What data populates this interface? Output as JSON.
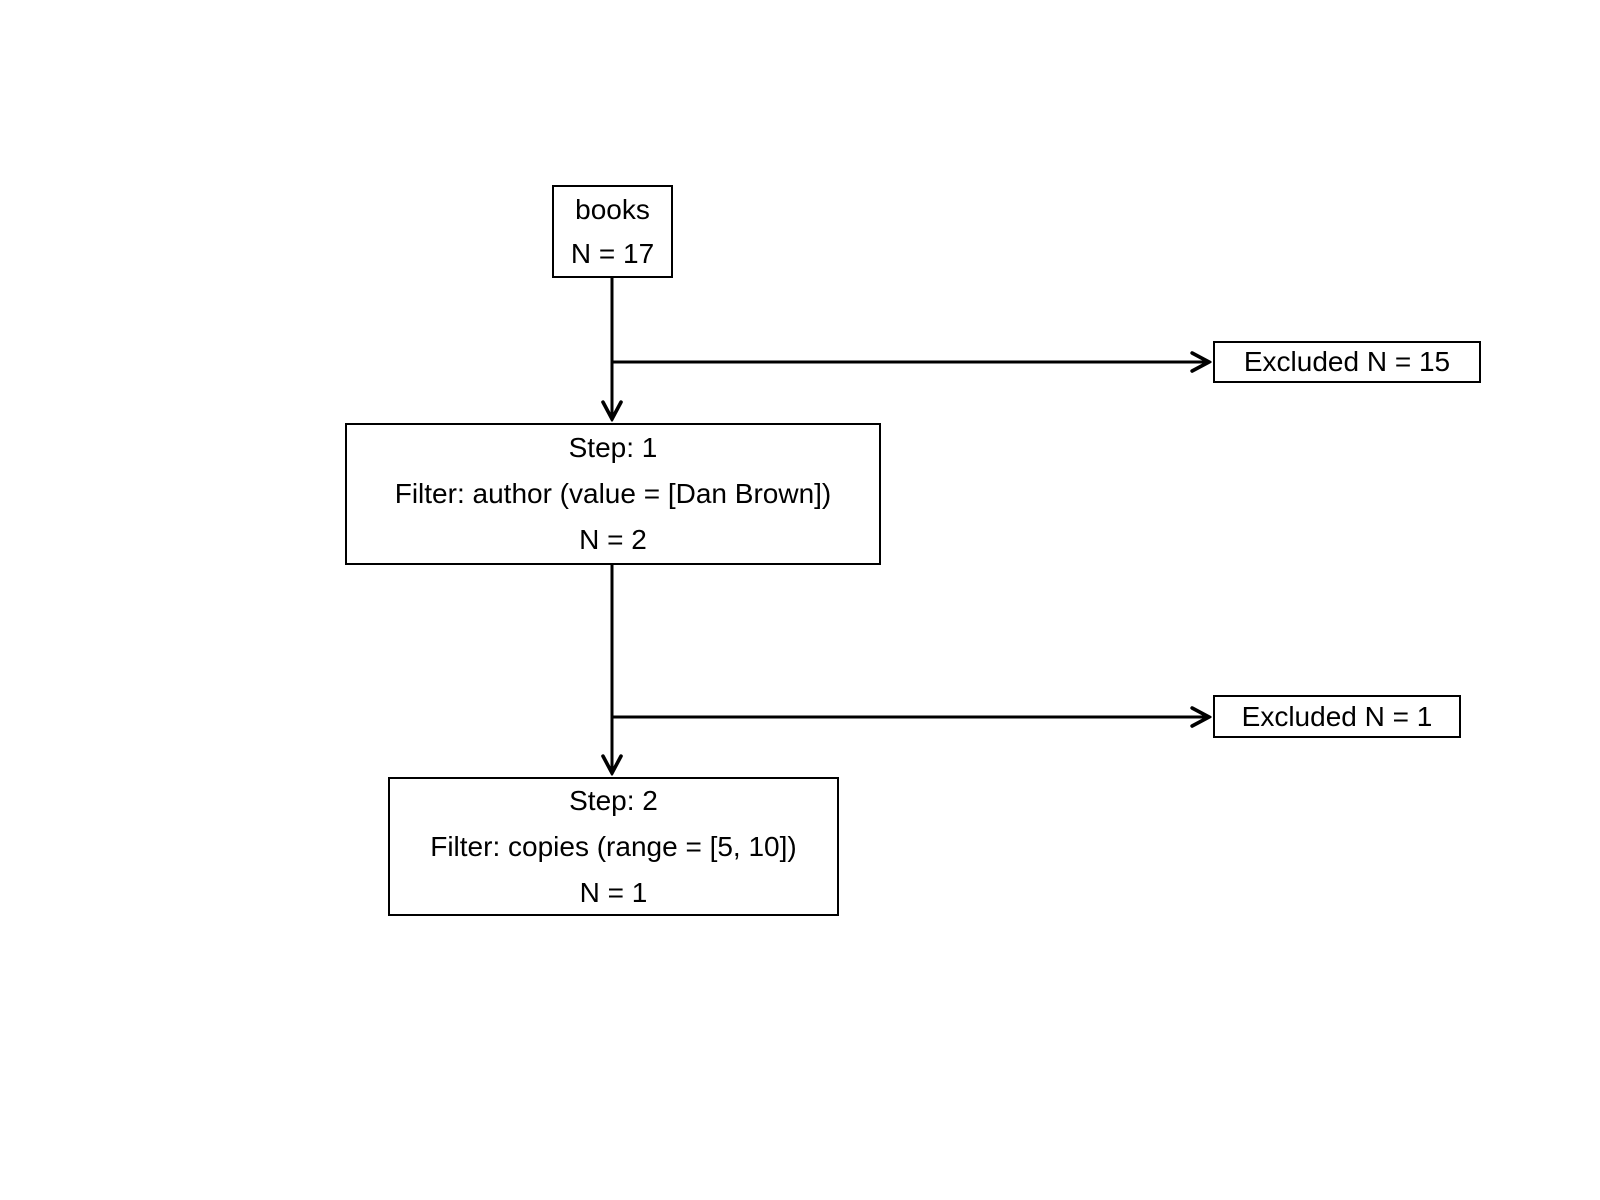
{
  "diagram": {
    "type": "filter-flowchart",
    "colors": {
      "background": "#ffffff",
      "box_border": "#000000",
      "connector": "#000000",
      "text": "#000000"
    },
    "nodes": {
      "source": {
        "name": "books",
        "count": "N = 17"
      },
      "step1": {
        "step": "Step: 1",
        "filter": "Filter: author (value = [Dan Brown])",
        "count": "N = 2"
      },
      "excluded1": {
        "label": "Excluded N = 15"
      },
      "step2": {
        "step": "Step: 2",
        "filter": "Filter: copies (range = [5, 10])",
        "count": "N = 1"
      },
      "excluded2": {
        "label": "Excluded N = 1"
      }
    }
  }
}
